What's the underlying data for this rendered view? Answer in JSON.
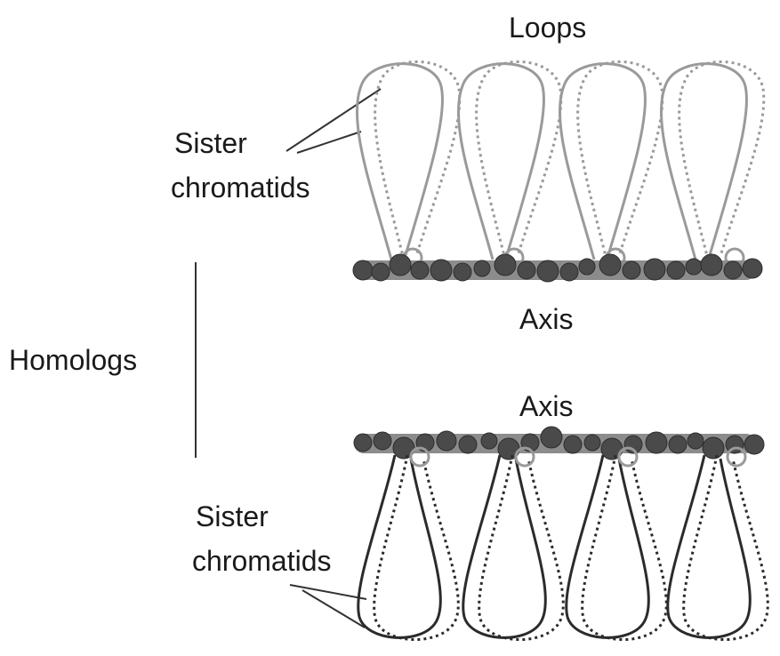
{
  "labels": {
    "loops": "Loops",
    "sister_chromatids_top_line1": "Sister",
    "sister_chromatids_top_line2": "chromatids",
    "axis_top": "Axis",
    "homologs": "Homologs",
    "axis_bottom": "Axis",
    "sister_chromatids_bottom_line1": "Sister",
    "sister_chromatids_bottom_line2": "chromatids"
  },
  "colors": {
    "top_loops": "#9a9a9a",
    "bottom_loops": "#2b2b2b",
    "axis_beads_dark": "#4a4a4a",
    "axis_beads_light": "#8c8c8c",
    "label_text": "#1a1a1a",
    "leader_lines": "#333333"
  }
}
